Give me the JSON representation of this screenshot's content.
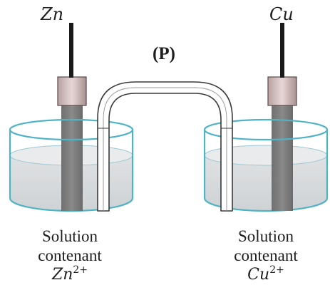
{
  "anode": {
    "symbol": "Zn",
    "caption_line1": "Solution",
    "caption_line2": "contenant",
    "ion_base": "Zn",
    "ion_charge": "2+"
  },
  "cathode": {
    "symbol": "Cu",
    "caption_line1": "Solution",
    "caption_line2": "contenant",
    "ion_base": "Cu",
    "ion_charge": "2+"
  },
  "salt_bridge": {
    "label": "(P)"
  },
  "colors": {
    "beaker_rim": "#4fb3c6",
    "beaker_wall": "#8fcbd8",
    "solution": "#d6d8da",
    "electrode": "#7d7d7d",
    "clip": "#d8c0c0",
    "wire": "#1a1a1a"
  }
}
